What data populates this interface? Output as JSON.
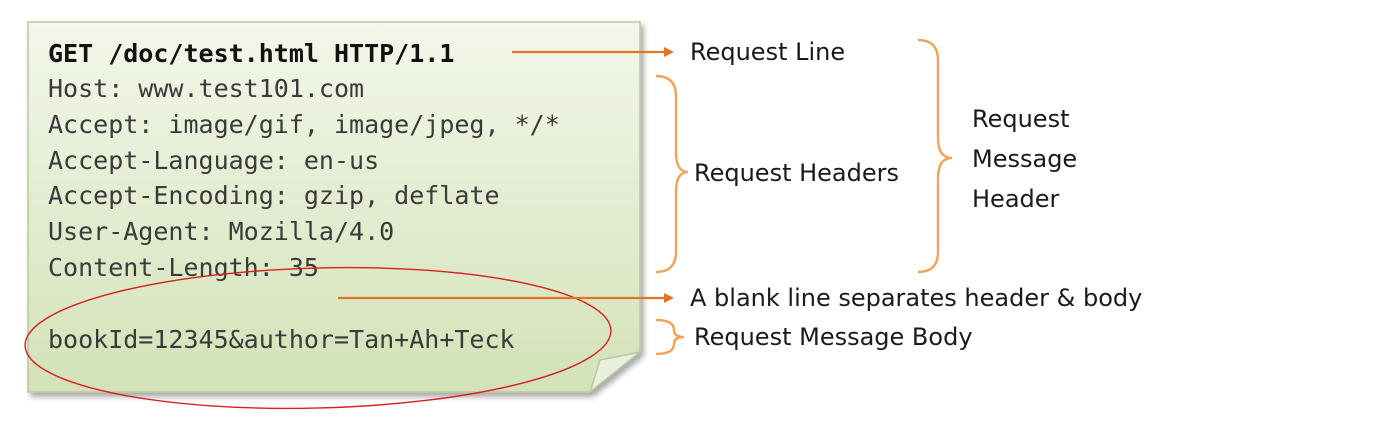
{
  "request": {
    "request_line": "GET /doc/test.html HTTP/1.1",
    "headers": [
      "Host: www.test101.com",
      "Accept: image/gif, image/jpeg, */*",
      "Accept-Language: en-us",
      "Accept-Encoding: gzip, deflate",
      "User-Agent: Mozilla/4.0",
      "Content-Length: 35"
    ],
    "body": "bookId=12345&author=Tan+Ah+Teck"
  },
  "labels": {
    "request_line": "Request Line",
    "request_headers": "Request Headers",
    "message_header": [
      "Request",
      "Message",
      "Header"
    ],
    "blank_line": "A blank line separates header & body",
    "message_body": "Request Message Body"
  },
  "colors": {
    "note_fill_top": "#f3f7ea",
    "note_fill_bottom": "#d3e2b8",
    "note_border": "#b9c8a0",
    "arrow": "#e57324",
    "brace": "#f0a35a",
    "ellipse": "#d81f1f"
  }
}
